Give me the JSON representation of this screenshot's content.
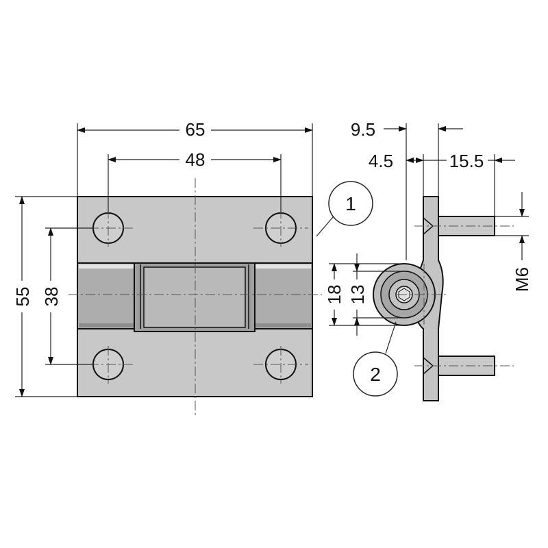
{
  "dimensions": {
    "width_overall": "65",
    "hole_spacing_horizontal": "48",
    "height_overall": "55",
    "hole_spacing_vertical": "38",
    "side_9_5": "9.5",
    "side_4_5": "4.5",
    "side_15_5": "15.5",
    "thread": "M6",
    "knuckle_18": "18",
    "knuckle_13": "13"
  },
  "callouts": {
    "part_1": "1",
    "part_2": "2"
  },
  "colors": {
    "leaf": "#c8c8c8",
    "leaf_dark": "#adadad",
    "knuckle": "#9f9f9f",
    "line": "#111111"
  }
}
